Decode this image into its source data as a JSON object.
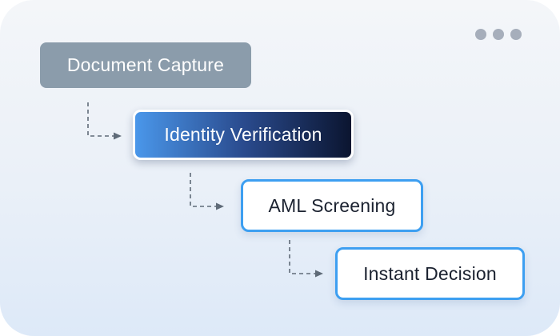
{
  "diagram": {
    "steps": [
      {
        "label": "Document Capture",
        "state": "done"
      },
      {
        "label": "Identity Verification",
        "state": "active"
      },
      {
        "label": "AML Screening",
        "state": "pending"
      },
      {
        "label": "Instant Decision",
        "state": "pending"
      }
    ]
  },
  "window_controls": [
    "dot",
    "dot",
    "dot"
  ],
  "colors": {
    "done_fill": "#8b9cab",
    "active_gradient_start": "#4a97ea",
    "active_gradient_end": "#0b1530",
    "pending_border": "#3d9ff1",
    "connector": "#5f6b78"
  }
}
